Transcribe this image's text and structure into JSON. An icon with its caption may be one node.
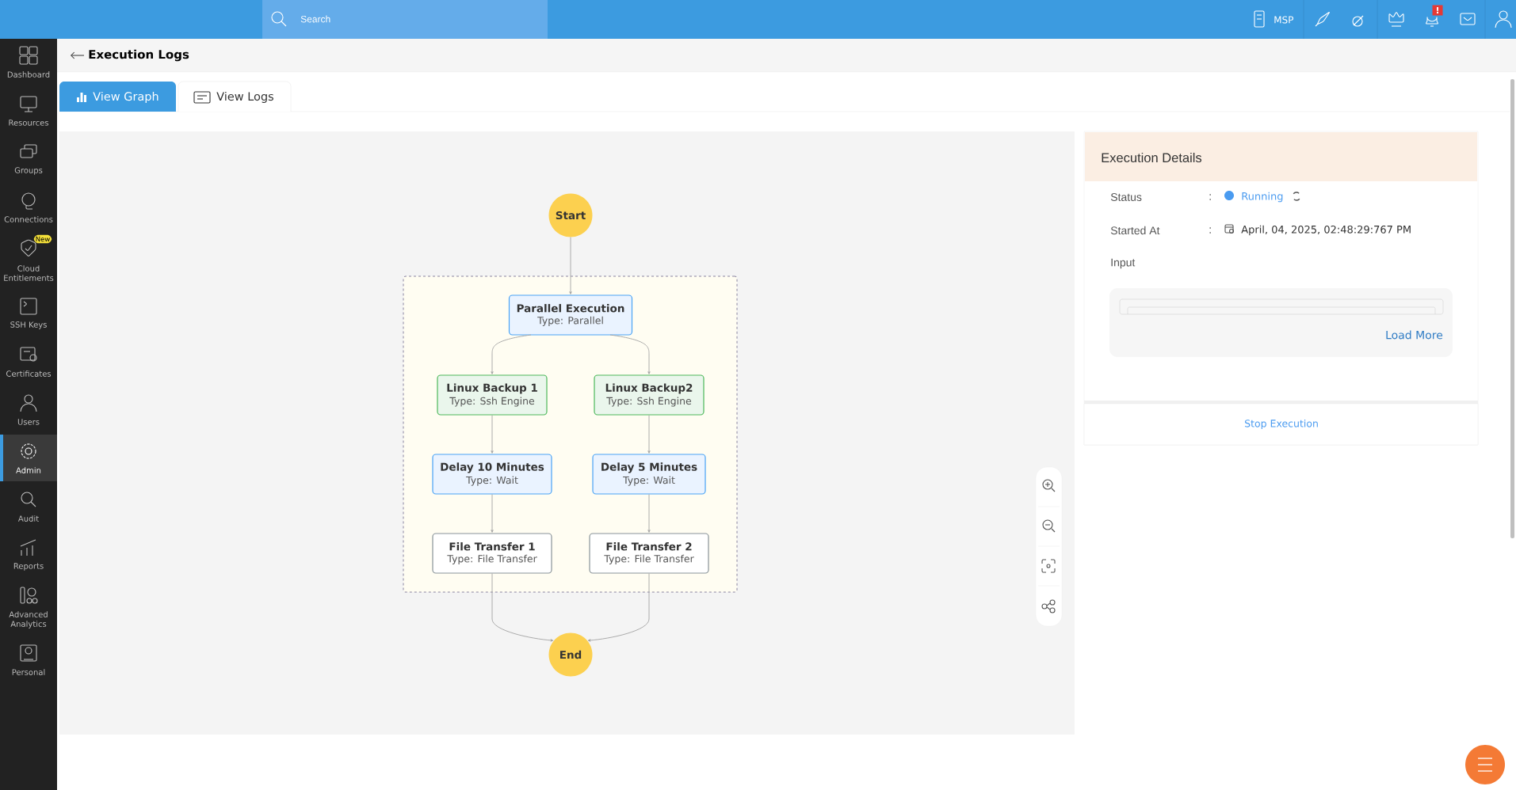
{
  "diagram": {
    "nodes": [
      {
        "text": [
          "Start"
        ]
      },
      {
        "text": [],
        "shape": "box"
      },
      {
        "text": [
          "Parallel Execution",
          "Type: Parallel"
        ],
        "in": 1
      },
      {
        "text": [
          "Linux Backup 1",
          "Type: Ssh Engine"
        ],
        "in": 1
      },
      {
        "text": [
          "Linux Backup2",
          "Type: Ssh Engine"
        ],
        "in": 1
      },
      {
        "text": [
          "Delay 10 Minutes",
          "Type: Wait"
        ],
        "in": 1
      },
      {
        "text": [
          "Delay 5 Minutes",
          "Type: Wait"
        ],
        "in": 1
      },
      {
        "text": [
          "File Transfer 1",
          "Type: File Transfer"
        ],
        "in": 1
      },
      {
        "text": [
          "File Transfer 2",
          "Type: File Transfer"
        ],
        "in": 1
      },
      {
        "text": [
          "End"
        ]
      }
    ],
    "edges": [
      {
        "from": 0,
        "to": 2,
        "arrow": "to"
      },
      {
        "from": 2,
        "to": 3,
        "arrow": "to"
      },
      {
        "from": 2,
        "to": 4,
        "arrow": "to"
      },
      {
        "from": 3,
        "to": 5,
        "arrow": "to"
      },
      {
        "from": 4,
        "to": 6,
        "arrow": "to"
      },
      {
        "from": 5,
        "to": 7,
        "arrow": "to"
      },
      {
        "from": 6,
        "to": 8,
        "arrow": "to"
      },
      {
        "from": 7,
        "to": 9,
        "arrow": "to"
      },
      {
        "from": 8,
        "to": 9,
        "arrow": "to"
      }
    ],
    "labels": [
      "Search",
      "MSP",
      "!",
      "Dashboard",
      "Resources",
      "Groups",
      "Connections",
      "New",
      "Cloud Entitlements",
      "SSH Keys",
      "Certificates",
      "Users",
      "Admin",
      "Audit",
      "Reports",
      "Advanced Analytics",
      "Personal",
      "Execution Logs",
      "View Graph",
      "View Logs",
      "Execution Details",
      "Status",
      ":",
      "Running",
      "Started At",
      ":",
      "April, 04, 2025, 02:48:29:767 PM",
      "Input",
      "Load More",
      "Stop Execution"
    ]
  }
}
